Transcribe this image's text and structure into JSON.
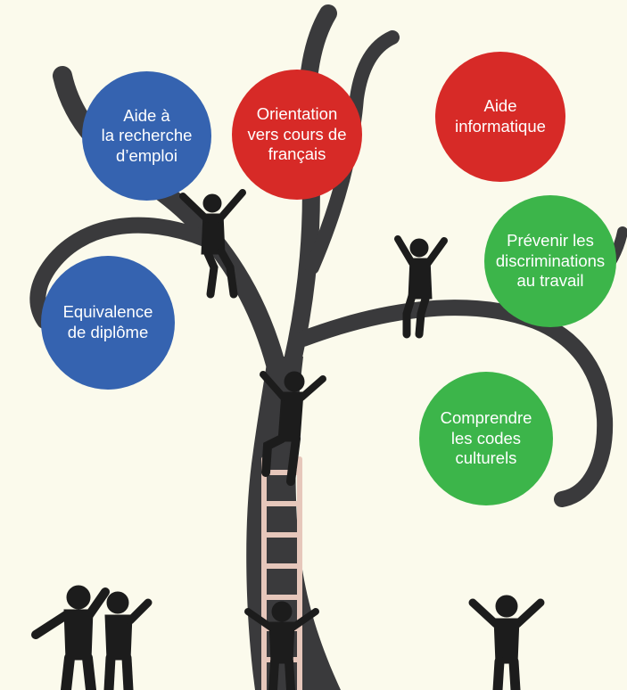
{
  "diagram": {
    "bubbles": [
      {
        "id": "aide-emploi",
        "text": "Aide à\nla recherche\nd’emploi",
        "color": "blue"
      },
      {
        "id": "orientation-francais",
        "text": "Orientation\nvers cours de\nfrançais",
        "color": "red"
      },
      {
        "id": "aide-informatique",
        "text": "Aide\ninformatique",
        "color": "red"
      },
      {
        "id": "prevenir-discriminations",
        "text": "Prévenir les\ndiscriminations\nau travail",
        "color": "green"
      },
      {
        "id": "equivalence-diplome",
        "text": "Equivalence\nde diplôme",
        "color": "blue"
      },
      {
        "id": "codes-culturels",
        "text": "Comprendre\nles codes\nculturels",
        "color": "green"
      }
    ],
    "colors": {
      "background": "#fbfaec",
      "tree": "#3a3a3c",
      "silhouettes": "#1c1c1c",
      "ladder": "#e6c7bb",
      "blue": "#3563b0",
      "red": "#d72a27",
      "green": "#3cb54a"
    }
  }
}
